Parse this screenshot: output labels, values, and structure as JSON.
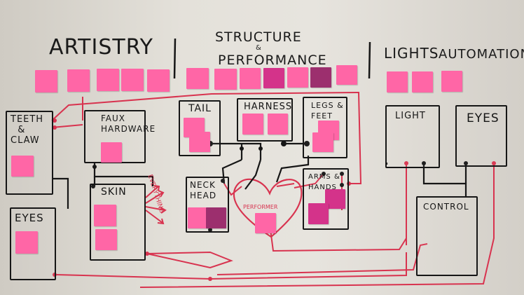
{
  "headings": {
    "artistry": "ARTISTRY",
    "structure": "STRUCTURE",
    "amp": "&",
    "performance": "PERFORMANCE",
    "lights": "LIGHTS",
    "automation": "AUTOMATION"
  },
  "boxes": {
    "teeth_claw": "TEETH\n  &\nCLAW",
    "faux_hardware": "FAUX\nHARDWARE",
    "skin": "SKIN",
    "eyes_left": "EYES",
    "tail": "TAIL",
    "harness": "HARNESS",
    "legs_feet": "LEGS &\nFEET",
    "neck_head": "NECK\nHEAD",
    "arms_hands": "ARMS &\nHANDS",
    "light": "LIGHT",
    "eyes_right": "EYES",
    "control": "CONTROL"
  },
  "annotations": {
    "everything": "EVERYTHING",
    "performer": "PERFORMER"
  },
  "colors": {
    "wire": "#d8334f",
    "marker": "#161616",
    "note_pink": "#ff66a6",
    "note_magenta": "#d4338a",
    "note_plum": "#9c2f6e"
  }
}
